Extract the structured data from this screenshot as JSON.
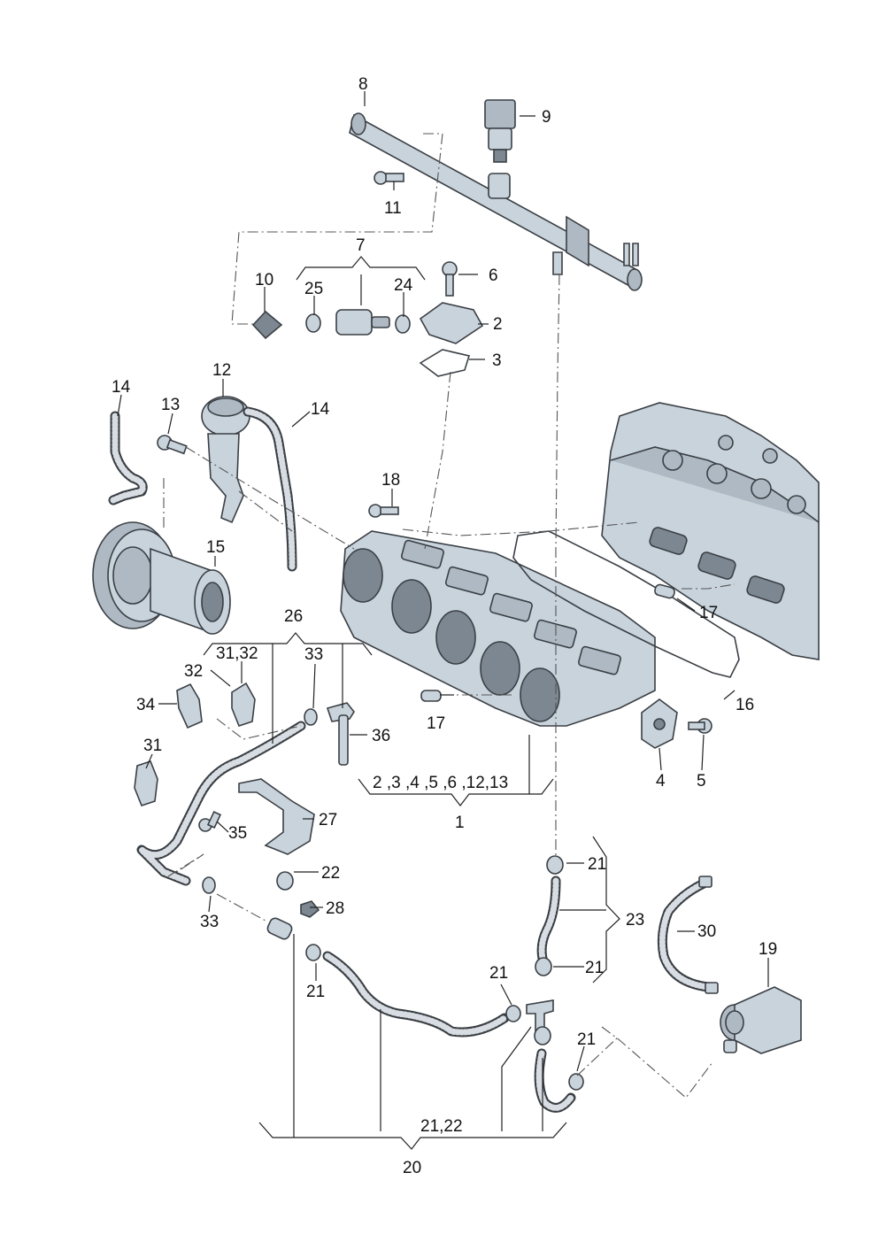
{
  "diagram": {
    "callouts": [
      {
        "id": "c8",
        "text": "8"
      },
      {
        "id": "c9",
        "text": "9"
      },
      {
        "id": "c11",
        "text": "11"
      },
      {
        "id": "c7",
        "text": "7"
      },
      {
        "id": "c10",
        "text": "10"
      },
      {
        "id": "c25",
        "text": "25"
      },
      {
        "id": "c24",
        "text": "24"
      },
      {
        "id": "c6",
        "text": "6"
      },
      {
        "id": "c2",
        "text": "2"
      },
      {
        "id": "c3",
        "text": "3"
      },
      {
        "id": "c12",
        "text": "12"
      },
      {
        "id": "c14a",
        "text": "14"
      },
      {
        "id": "c13",
        "text": "13"
      },
      {
        "id": "c14b",
        "text": "14"
      },
      {
        "id": "c18",
        "text": "18"
      },
      {
        "id": "c15",
        "text": "15"
      },
      {
        "id": "c17a",
        "text": "17"
      },
      {
        "id": "c26",
        "text": "26"
      },
      {
        "id": "c3132",
        "text": "31,32"
      },
      {
        "id": "c33a",
        "text": "33"
      },
      {
        "id": "c32",
        "text": "32"
      },
      {
        "id": "c34",
        "text": "34"
      },
      {
        "id": "c36",
        "text": "36"
      },
      {
        "id": "c17b",
        "text": "17"
      },
      {
        "id": "c16",
        "text": "16"
      },
      {
        "id": "c31",
        "text": "31"
      },
      {
        "id": "c4",
        "text": "4"
      },
      {
        "id": "c5",
        "text": "5"
      },
      {
        "id": "c1group",
        "text": "2 ,3 ,4 ,5 ,6 ,12,13"
      },
      {
        "id": "c1",
        "text": "1"
      },
      {
        "id": "c27",
        "text": "27"
      },
      {
        "id": "c35",
        "text": "35"
      },
      {
        "id": "c21a",
        "text": "21"
      },
      {
        "id": "c22",
        "text": "22"
      },
      {
        "id": "c28",
        "text": "28"
      },
      {
        "id": "c23",
        "text": "23"
      },
      {
        "id": "c33b",
        "text": "33"
      },
      {
        "id": "c30",
        "text": "30"
      },
      {
        "id": "c19",
        "text": "19"
      },
      {
        "id": "c21b",
        "text": "21"
      },
      {
        "id": "c21c",
        "text": "21"
      },
      {
        "id": "c21d",
        "text": "21"
      },
      {
        "id": "c21e",
        "text": "21"
      },
      {
        "id": "c2122",
        "text": "21,22"
      },
      {
        "id": "c20",
        "text": "20"
      }
    ]
  }
}
